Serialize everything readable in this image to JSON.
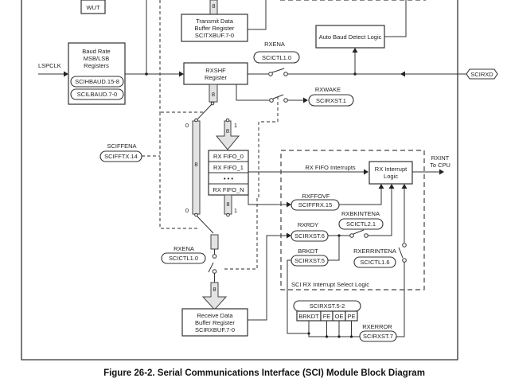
{
  "caption": "Figure 26-2. Serial Communications Interface (SCI) Module Block Diagram",
  "blocks": {
    "wut": "WUT",
    "baud": {
      "line1": "Baud Rate",
      "line2": "MSB/LSB",
      "line3": "Registers",
      "reg_hi": "SCIHBAUD.15-8",
      "reg_lo": "SCILBAUD.7-0"
    },
    "txbuf": {
      "line1": "Transmit Data",
      "line2": "Buffer Register",
      "line3": "SCITXBUF.7-0"
    },
    "autobaud": "Auto Baud Detect Logic",
    "rxshf": {
      "line1": "RXSHF",
      "line2": "Register"
    },
    "fifo": [
      "RX FIFO_0",
      "RX FIFO_1",
      "•  •  •",
      "RX FIFO_N"
    ],
    "rxint_logic": {
      "line1": "RX Interrupt",
      "line2": "Logic"
    },
    "rxbuf": {
      "line1": "Receive Data",
      "line2": "Buffer Register",
      "line3": "SCIRXBUF.7-0"
    },
    "select_logic": "SCI RX Interrupt Select Logic",
    "rxst_group": {
      "title": "SCIRXST.5-2",
      "bits": [
        "BRKDT",
        "FE",
        "OE",
        "PE"
      ]
    }
  },
  "signals": {
    "lspclk": "LSPCLK",
    "scirxd": "SCIRXD",
    "rxena_top": {
      "name": "RXENA",
      "reg": "SCICTL1.0"
    },
    "rxwake": {
      "name": "RXWAKE",
      "reg": "SCIRXST.1"
    },
    "sciffena": {
      "name": "SCIFFENA",
      "reg": "SCIFFTX.14"
    },
    "rx_fifo_interrupts": "RX FIFO Interrupts",
    "rxint": {
      "line1": "RXINT",
      "line2": "To CPU"
    },
    "rxffovf": {
      "name": "RXFFOVF",
      "reg": "SCIFFRX.15"
    },
    "rxbkintena": {
      "name": "RXBKINTENA",
      "reg": "SCICTL2.1"
    },
    "rxrdy": {
      "name": "RXRDY",
      "reg": "SCIRXST.6"
    },
    "brkdt": {
      "name": "BRKDT",
      "reg": "SCIRXST.5"
    },
    "rxerrintena": {
      "name": "RXERRINTENA",
      "reg": "SCICTL1.6"
    },
    "rxena_bottom": {
      "name": "RXENA",
      "reg": "SCICTL1.0"
    },
    "rxerror": {
      "name": "RXERROR",
      "reg": "SCIRXST.7"
    }
  },
  "bus_labels": {
    "width": "8",
    "sel0": "0",
    "sel1": "1"
  }
}
